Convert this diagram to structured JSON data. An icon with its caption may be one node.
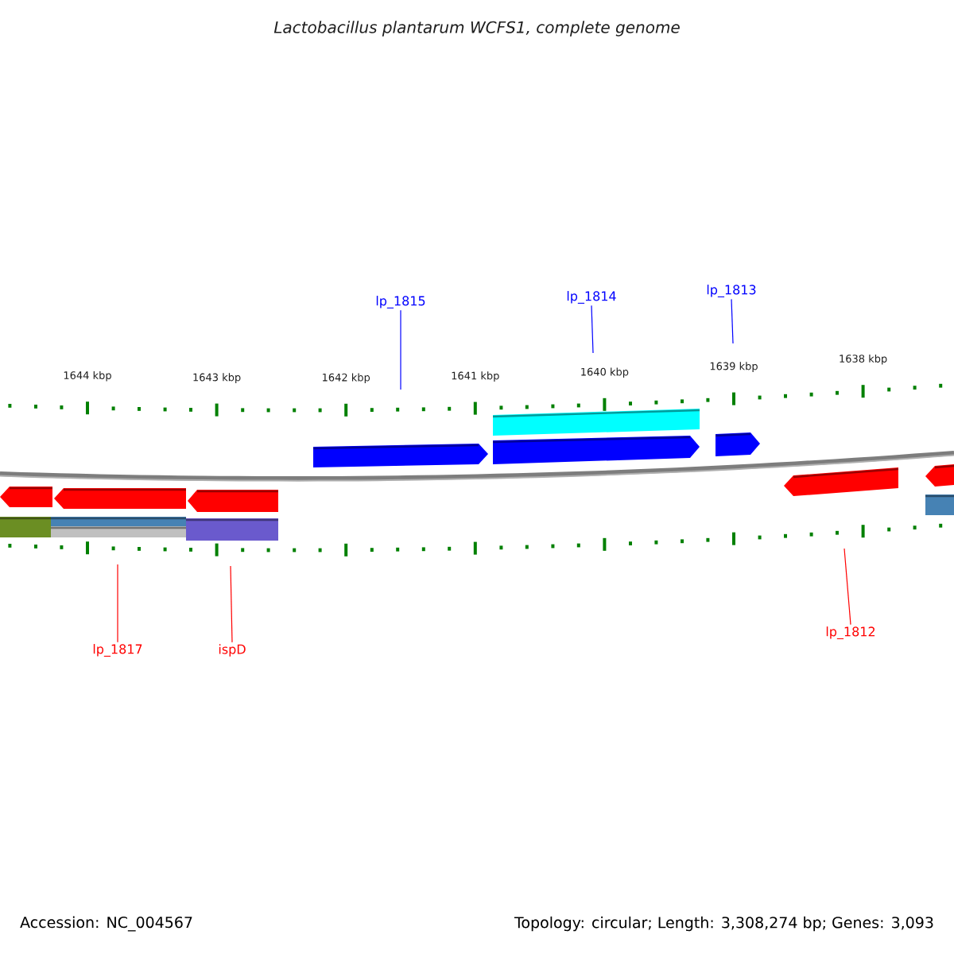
{
  "diagram": {
    "title": "Lactobacillus plantarum WCFS1, complete genome",
    "nodes": [
      {
        "text": [
          "lp_1815"
        ]
      },
      {
        "text": [
          "lp_1814"
        ]
      },
      {
        "text": [
          "lp_1813"
        ]
      },
      {
        "text": [
          "lp_1817"
        ]
      },
      {
        "text": [
          "ispD"
        ]
      },
      {
        "text": [
          "lp_1812"
        ]
      }
    ],
    "edges": [
      {
        "from": 0,
        "to": null,
        "arrow": "none",
        "color": "#0000ff"
      },
      {
        "from": 1,
        "to": null,
        "arrow": "none",
        "color": "#0000ff"
      },
      {
        "from": 2,
        "to": null,
        "arrow": "none",
        "color": "#0000ff"
      },
      {
        "from": 3,
        "to": null,
        "arrow": "none",
        "color": "#ff0000"
      },
      {
        "from": 4,
        "to": null,
        "arrow": "none",
        "color": "#ff0000"
      },
      {
        "from": 5,
        "to": null,
        "arrow": "none",
        "color": "#ff0000"
      }
    ],
    "labels": [
      "1644 kbp",
      "1643 kbp",
      "1642 kbp",
      "1641 kbp",
      "1640 kbp",
      "1639 kbp",
      "1638 kbp",
      "Accession: NC_004567",
      "Topology: circular; Length: 3,308,274 bp; Genes: 3,093"
    ]
  }
}
